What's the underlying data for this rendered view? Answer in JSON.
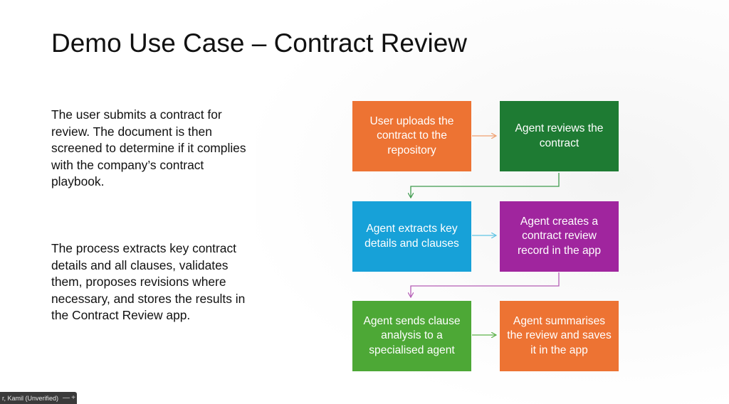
{
  "slide": {
    "title": "Demo Use Case – Contract Review",
    "paragraphs": [
      "The user submits a contract for review. The document is then screened to determine if it complies with the company’s contract playbook.",
      "The process extracts key contract details and all clauses, validates them, proposes revisions where necessary, and stores the results in the Contract Review app."
    ]
  },
  "flow": {
    "steps": [
      {
        "text": "User uploads the contract to the repository",
        "color": "#ED7333"
      },
      {
        "text": "Agent reviews the contract",
        "color": "#1E7B33"
      },
      {
        "text": "Agent extracts key details and clauses",
        "color": "#17A1D8"
      },
      {
        "text": "Agent creates a contract review record in the app",
        "color": "#A0259E"
      },
      {
        "text": "Agent sends clause analysis to a specialised agent",
        "color": "#4DA836"
      },
      {
        "text": "Agent summarises the review and saves it in the app",
        "color": "#ED7333"
      }
    ],
    "arrow_colors": {
      "row1": "#F0A070",
      "row1_to_row2": "#3F9B4E",
      "row2": "#60C4E4",
      "row2_to_row3": "#B45DB5",
      "row3": "#5DB24A"
    }
  },
  "presenter": {
    "name": "r, Kamil (Unverified)",
    "minimize_glyph": "—",
    "add_glyph": "+"
  }
}
